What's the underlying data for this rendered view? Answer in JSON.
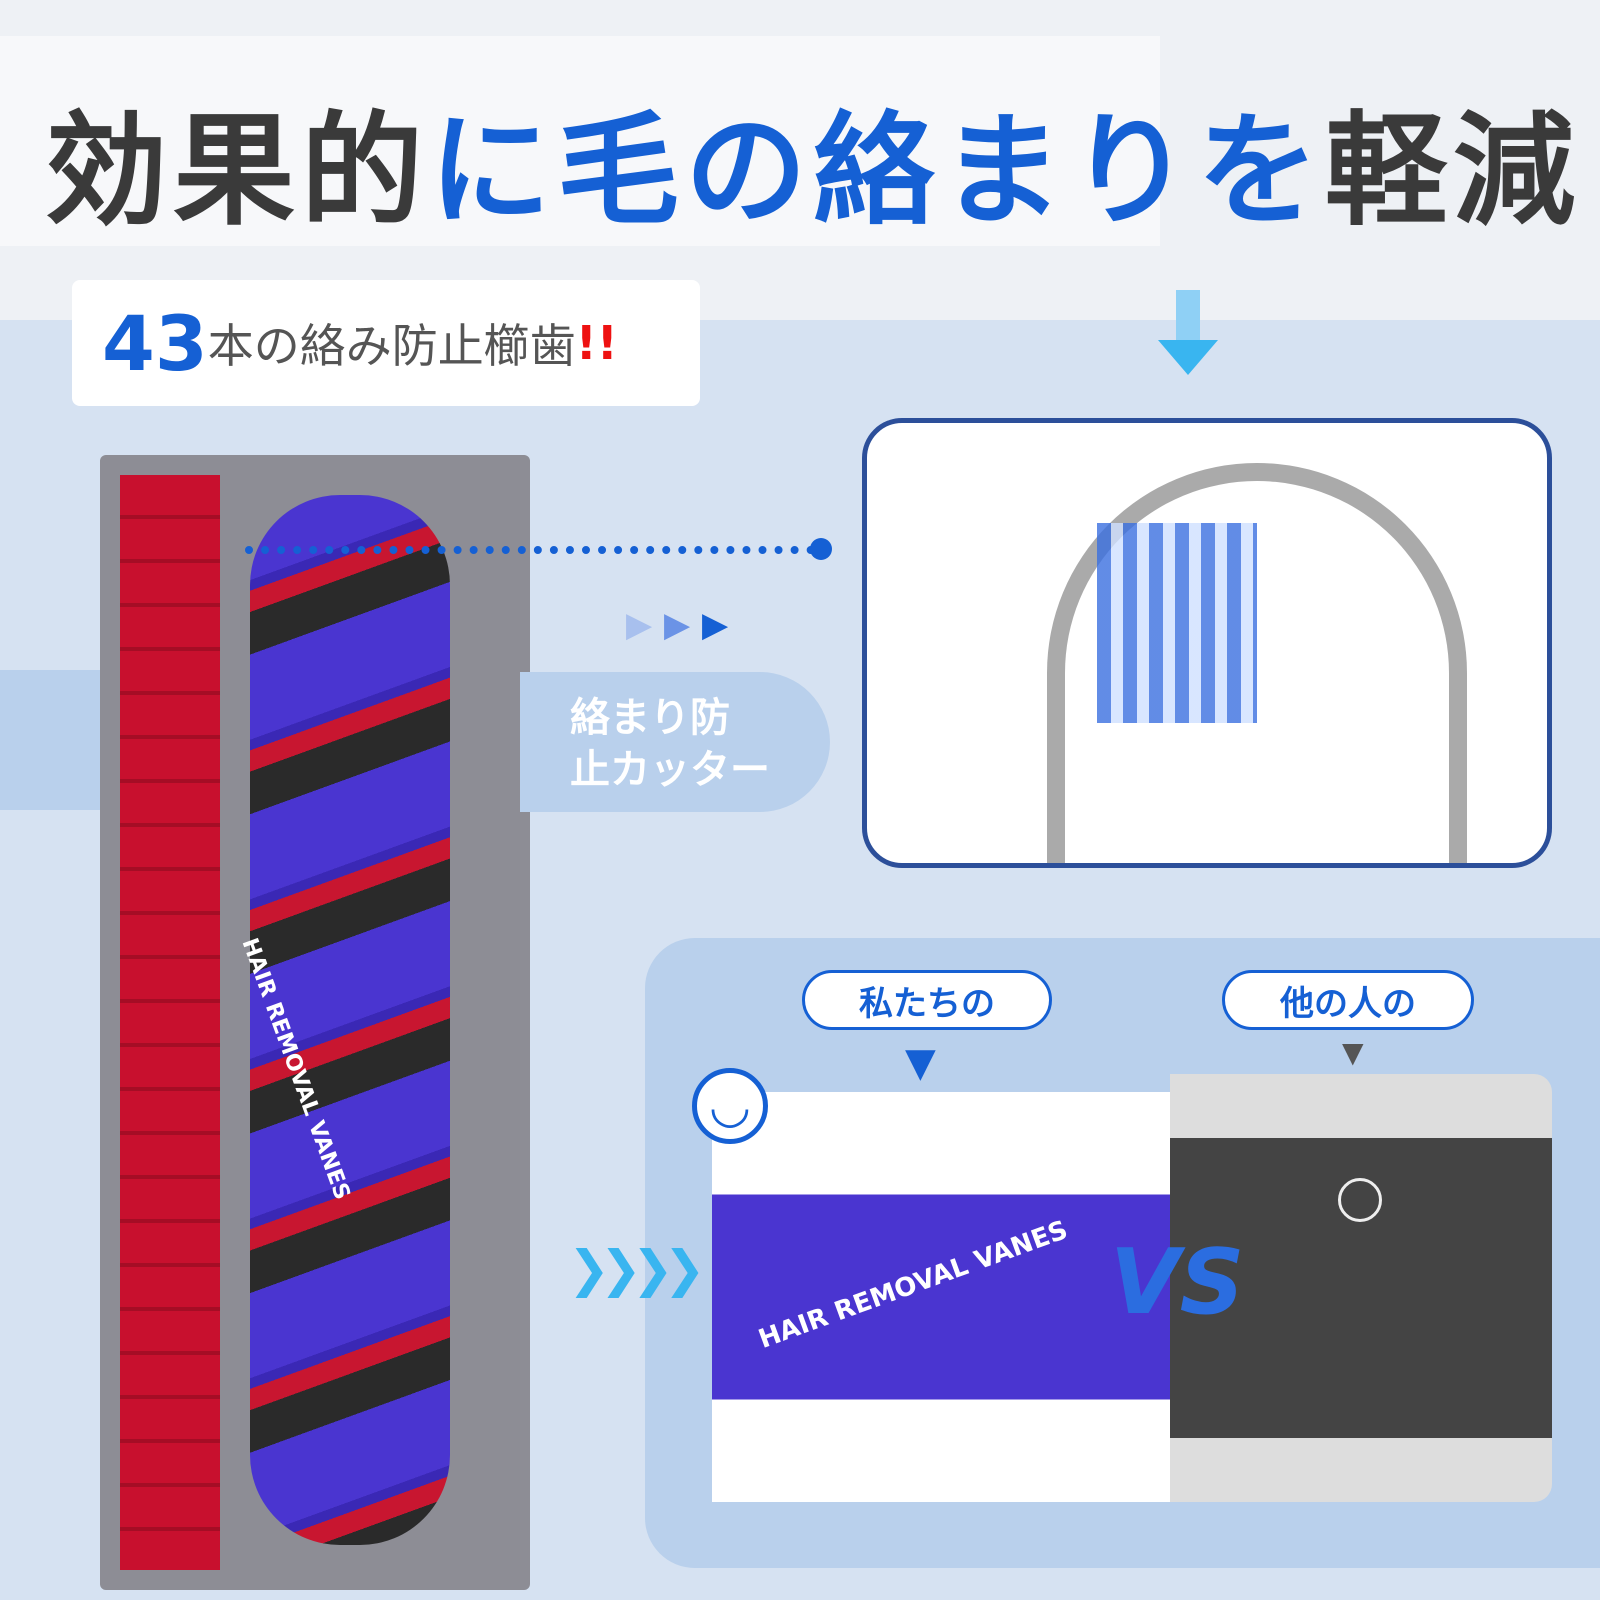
{
  "title": {
    "part1": "効果的",
    "part2": "に毛の絡まり",
    "part3": "を",
    "part4": "軽減"
  },
  "subtitle": {
    "number": "43",
    "text": "本の絡み防止櫛歯",
    "exclaim": "!!"
  },
  "cutter_label": {
    "line1": "絡まり防",
    "line2": "止カッター"
  },
  "comparison": {
    "ours": "私たちの",
    "others": "他の人の",
    "vs": "VS",
    "brush_text": "HAIR REMOVAL VANES"
  },
  "colors": {
    "accent": "#1560d4",
    "text": "#3a3a3a",
    "brush": "#4a35d0"
  }
}
